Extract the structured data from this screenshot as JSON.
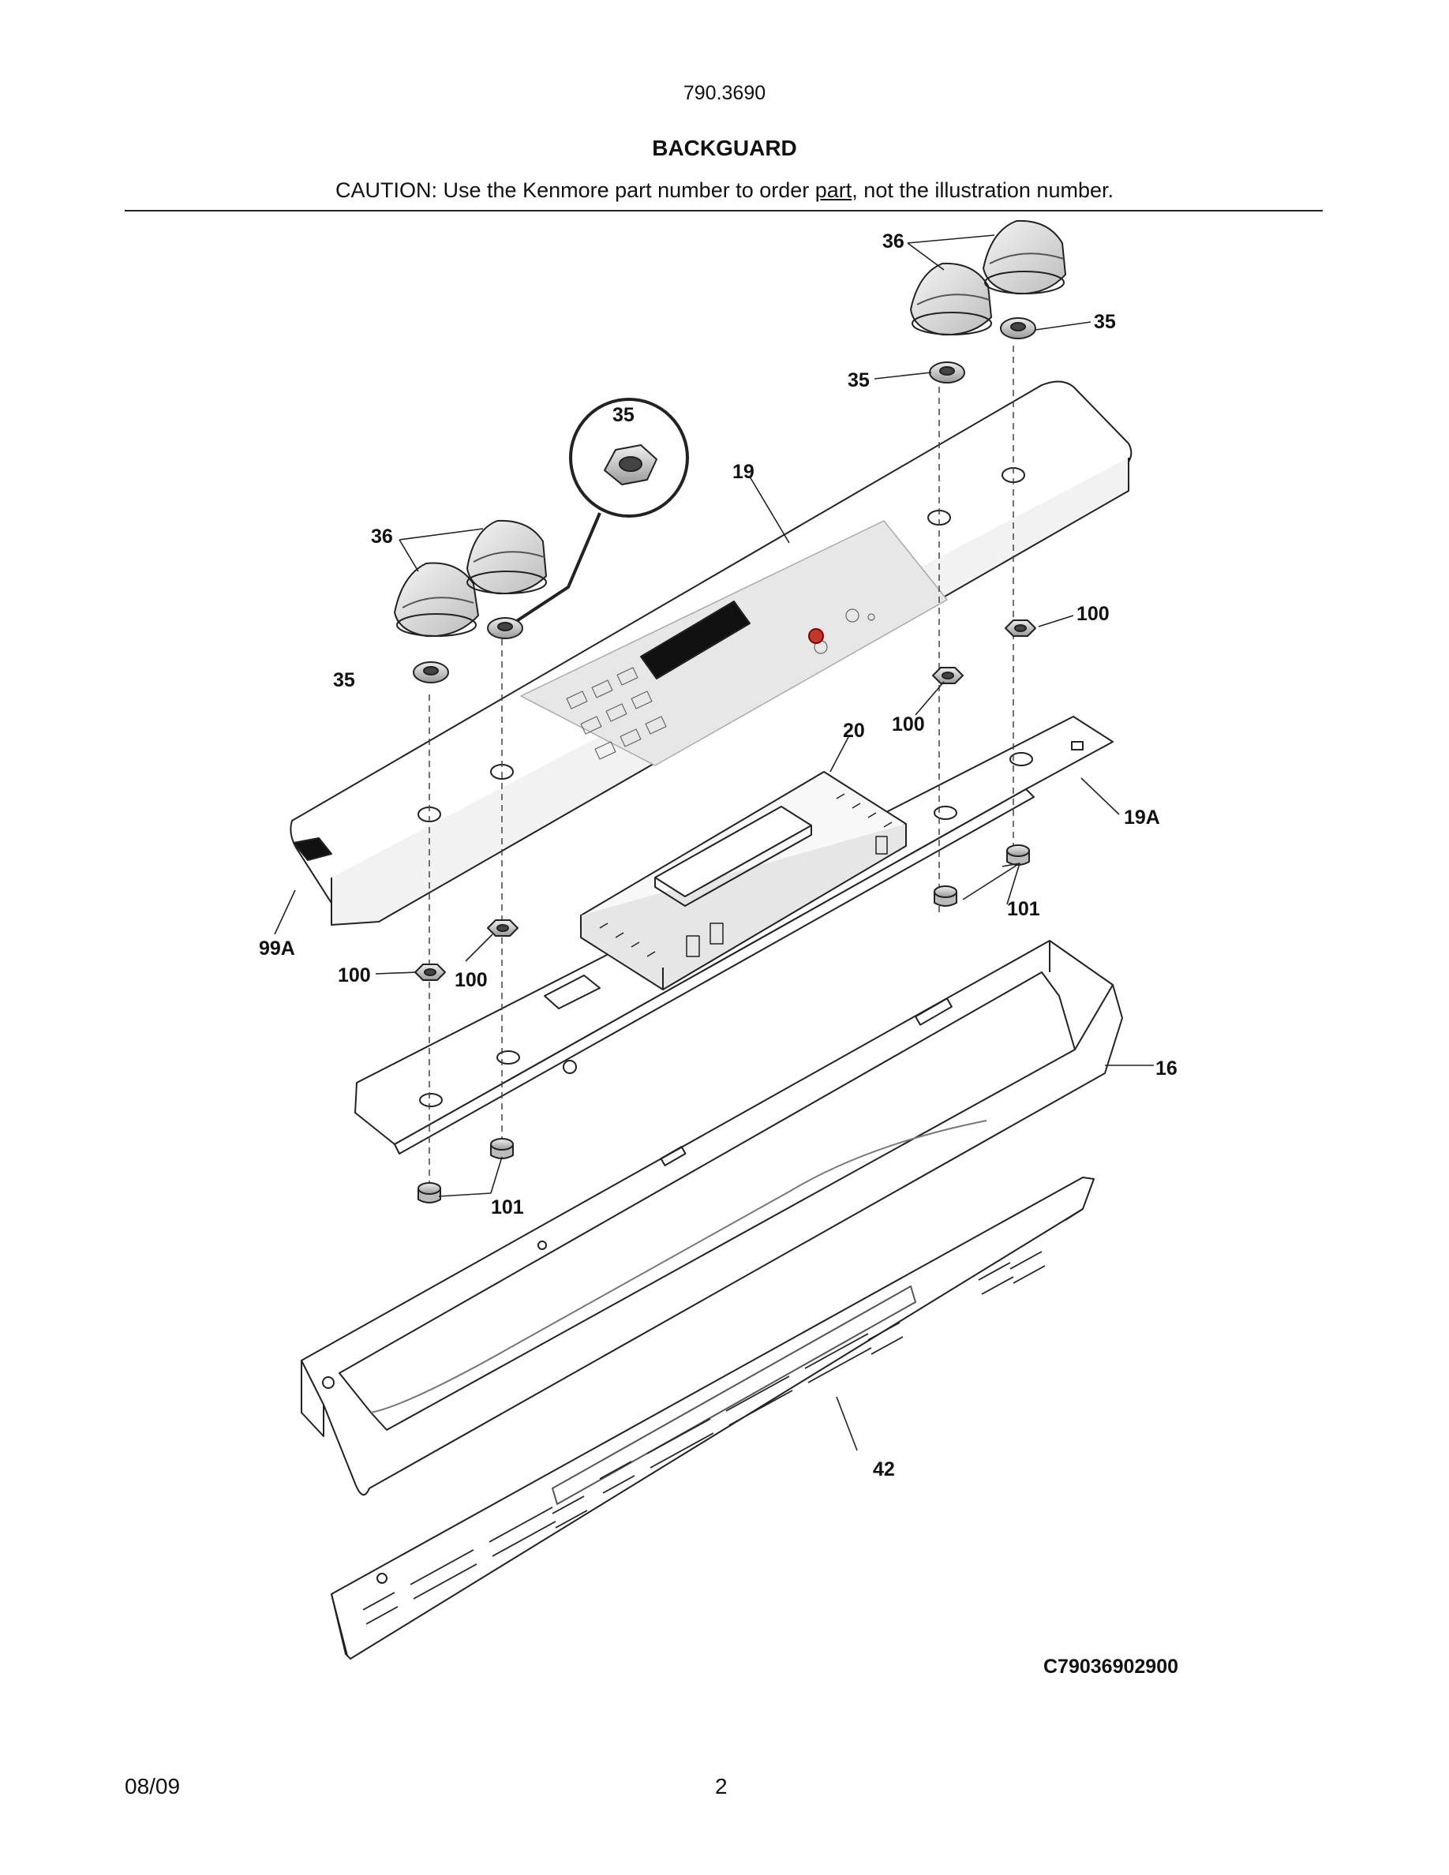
{
  "header": {
    "model": "790.3690",
    "title": "BACKGUARD",
    "caution_prefix": "CAUTION: Use the Kenmore part number to order ",
    "caution_link": "part",
    "caution_suffix": ", not the illustration number."
  },
  "callouts": {
    "k36_top": "36",
    "k35_top_right": "35",
    "k35_top_mid": "35",
    "k35_detail": "35",
    "k19": "19",
    "k36_left": "36",
    "k100_right": "100",
    "k35_left": "35",
    "k100_mid": "100",
    "k20": "20",
    "k19a": "19A",
    "k101_right": "101",
    "k99a": "99A",
    "k100_left": "100",
    "k100_left2": "100",
    "k16": "16",
    "k101_left": "101",
    "k42": "42"
  },
  "footer": {
    "diagram_code": "C79036902900",
    "date": "08/09",
    "page_number": "2"
  }
}
